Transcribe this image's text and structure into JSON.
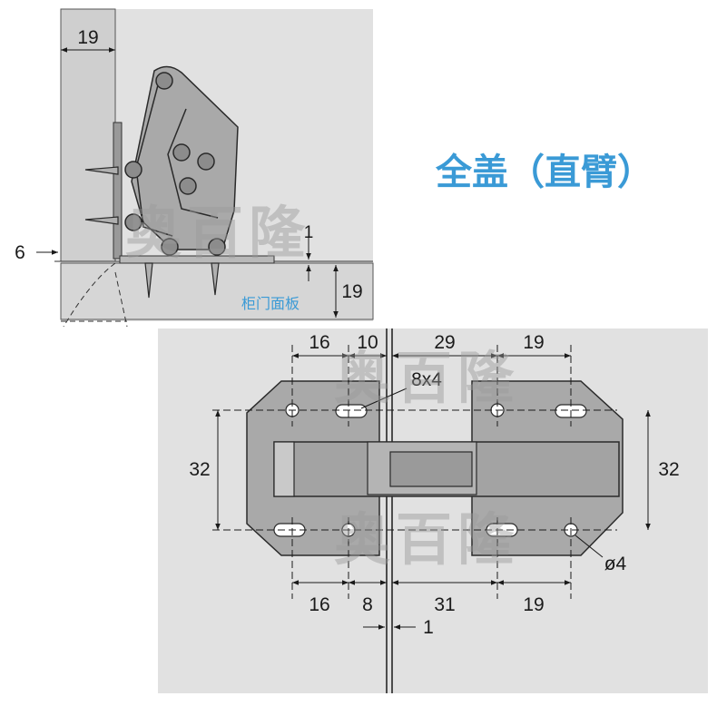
{
  "title": "全盖（直臂）",
  "watermark": "奥百隆",
  "side_view": {
    "panel_label": "柜门面板",
    "dims": {
      "top_width": "19",
      "gap": "1",
      "offset": "6",
      "thickness": "19"
    }
  },
  "drill_plan": {
    "top_dims": [
      "16",
      "10",
      "29",
      "19"
    ],
    "bottom_dims": [
      "16",
      "8",
      "31",
      "19"
    ],
    "left_height": "32",
    "right_height": "32",
    "slot_label": "8x4",
    "hole_label": "ø4",
    "gap_label": "1"
  },
  "colors": {
    "title": "#3a9ad6",
    "panel": "#e1e1e1",
    "metal": "#a9a9a9",
    "outline": "#2a2a2a"
  }
}
